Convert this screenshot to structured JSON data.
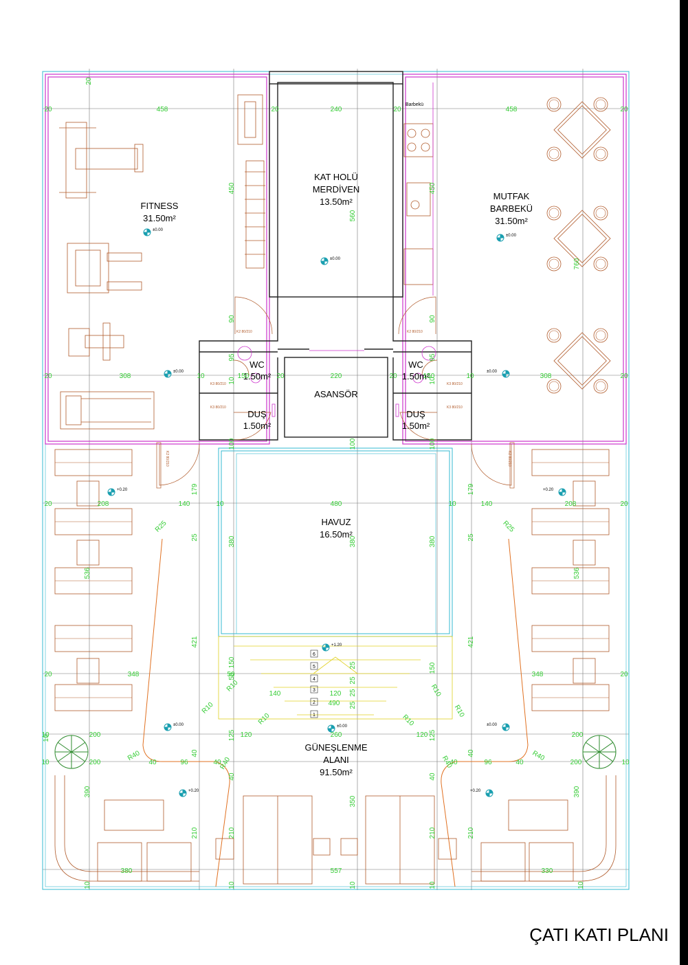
{
  "plan_title": "ÇATI KATI PLANI",
  "rooms": {
    "fitness": {
      "name": "FITNESS",
      "area": "31.50m²"
    },
    "hall": {
      "name1": "KAT HOLÜ",
      "name2": "MERDİVEN",
      "area": "13.50m²"
    },
    "kitchen": {
      "name1": "MUTFAK",
      "name2": "BARBEKÜ",
      "area": "31.50m²"
    },
    "wc_left": {
      "name": "WC",
      "area": "1.50m²"
    },
    "wc_right": {
      "name": "WC",
      "area": "1.50m²"
    },
    "shower_left": {
      "name": "DUŞ",
      "area": "1.50m²"
    },
    "shower_right": {
      "name": "DUŞ",
      "area": "1.50m²"
    },
    "elevator": {
      "name": "ASANSÖR"
    },
    "pool": {
      "name": "HAVUZ",
      "area": "16.50m²"
    },
    "sunbath": {
      "name1": "GÜNEŞLENME",
      "name2": "ALANI",
      "area": "91.50m²"
    }
  },
  "fixture_labels": {
    "barbecue": "Barbekü"
  },
  "door_tags": [
    "K2 80/210",
    "K2 80/210",
    "K3 80/210",
    "K3 80/210",
    "K3 80/210",
    "K3 80/210",
    "K2 80/210",
    "K2 80/210"
  ],
  "levels": [
    "±0.00",
    "±0.00",
    "±0.00",
    "±0.00",
    "±0.00",
    "+0.20",
    "+0.20",
    "+1.20",
    "±0.00",
    "±0.00",
    "±0.00",
    "+0.20",
    "+0.20"
  ],
  "step_numbers": [
    "6",
    "5",
    "4",
    "3",
    "2",
    "1"
  ],
  "dims_horizontal": [
    "20",
    "458",
    "20",
    "240",
    "20",
    "458",
    "20",
    "20",
    "308",
    "10",
    "150",
    "20",
    "220",
    "20",
    "150",
    "10",
    "308",
    "20",
    "20",
    "208",
    "140",
    "10",
    "480",
    "10",
    "140",
    "208",
    "20",
    "20",
    "348",
    "50",
    "140",
    "120",
    "490",
    "348",
    "20",
    "10",
    "200",
    "120",
    "260",
    "120",
    "200",
    "10",
    "40",
    "96",
    "40",
    "40",
    "96",
    "40",
    "10",
    "380",
    "557",
    "330",
    "200",
    "200"
  ],
  "dims_vertical": [
    "20",
    "450",
    "560",
    "450",
    "760",
    "90",
    "90",
    "95",
    "10",
    "95",
    "10",
    "100",
    "100",
    "100",
    "179",
    "179",
    "25",
    "25",
    "380",
    "380",
    "380",
    "536",
    "536",
    "421",
    "421",
    "150",
    "150",
    "50",
    "25",
    "25",
    "25",
    "25",
    "125",
    "125",
    "40",
    "40",
    "40",
    "40",
    "350",
    "390",
    "390",
    "210",
    "210",
    "210",
    "210",
    "10",
    "10",
    "10",
    "10",
    "10",
    "10"
  ],
  "radius_labels": [
    "R25",
    "R25",
    "R10",
    "R10",
    "R10",
    "R10",
    "R10",
    "R10",
    "R40",
    "R40",
    "R40",
    "R40"
  ]
}
